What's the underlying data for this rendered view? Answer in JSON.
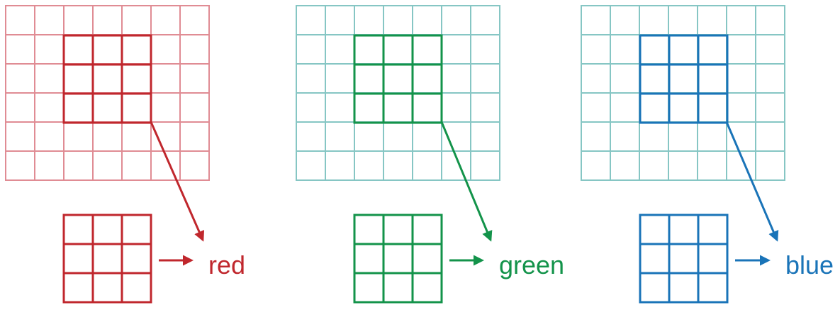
{
  "panels": [
    {
      "id": "red",
      "label": "red",
      "grid_color": "#e08c94",
      "accent_color": "#c0272d",
      "grid_rows": 6,
      "grid_cols": 7,
      "kernel_size": 3
    },
    {
      "id": "green",
      "label": "green",
      "grid_color": "#86c6c4",
      "accent_color": "#13934a",
      "grid_rows": 6,
      "grid_cols": 7,
      "kernel_size": 3
    },
    {
      "id": "blue",
      "label": "blue",
      "grid_color": "#86c6c4",
      "accent_color": "#1a74b8",
      "grid_rows": 6,
      "grid_cols": 7,
      "kernel_size": 3
    }
  ]
}
